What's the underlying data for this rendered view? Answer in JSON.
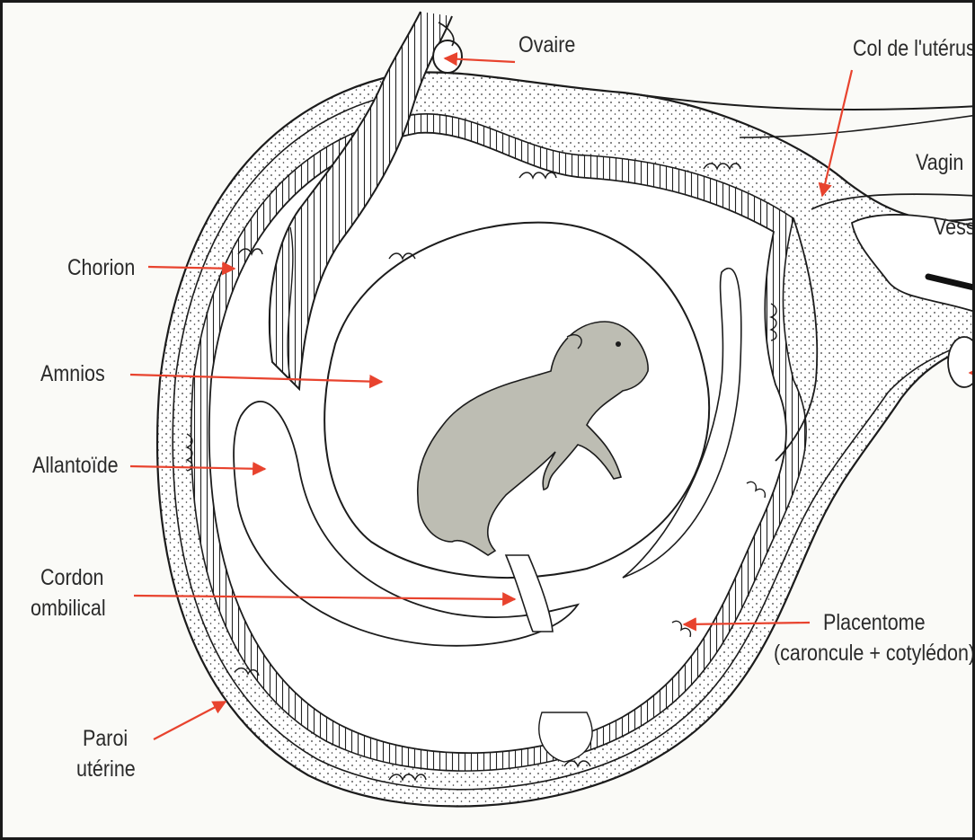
{
  "labels": {
    "ovaire": "Ovaire",
    "col": "Col de l'utérus",
    "vagin": "Vagin",
    "vessie": "Vessi",
    "chorion": "Chorion",
    "amnios": "Amnios",
    "allantoide": "Allantoïde",
    "cordon_line1": "Cordon",
    "cordon_line2": "ombilical",
    "placentome_line1": "Placentome",
    "placentome_line2": "(caroncule + cotylédon)",
    "paroi_line1": "Paroi",
    "paroi_line2": "utérine"
  },
  "colors": {
    "arrow": "#e8432e",
    "line": "#1c1c1c",
    "fetus": "#bdbdb3",
    "tissue": "#ffffff"
  }
}
